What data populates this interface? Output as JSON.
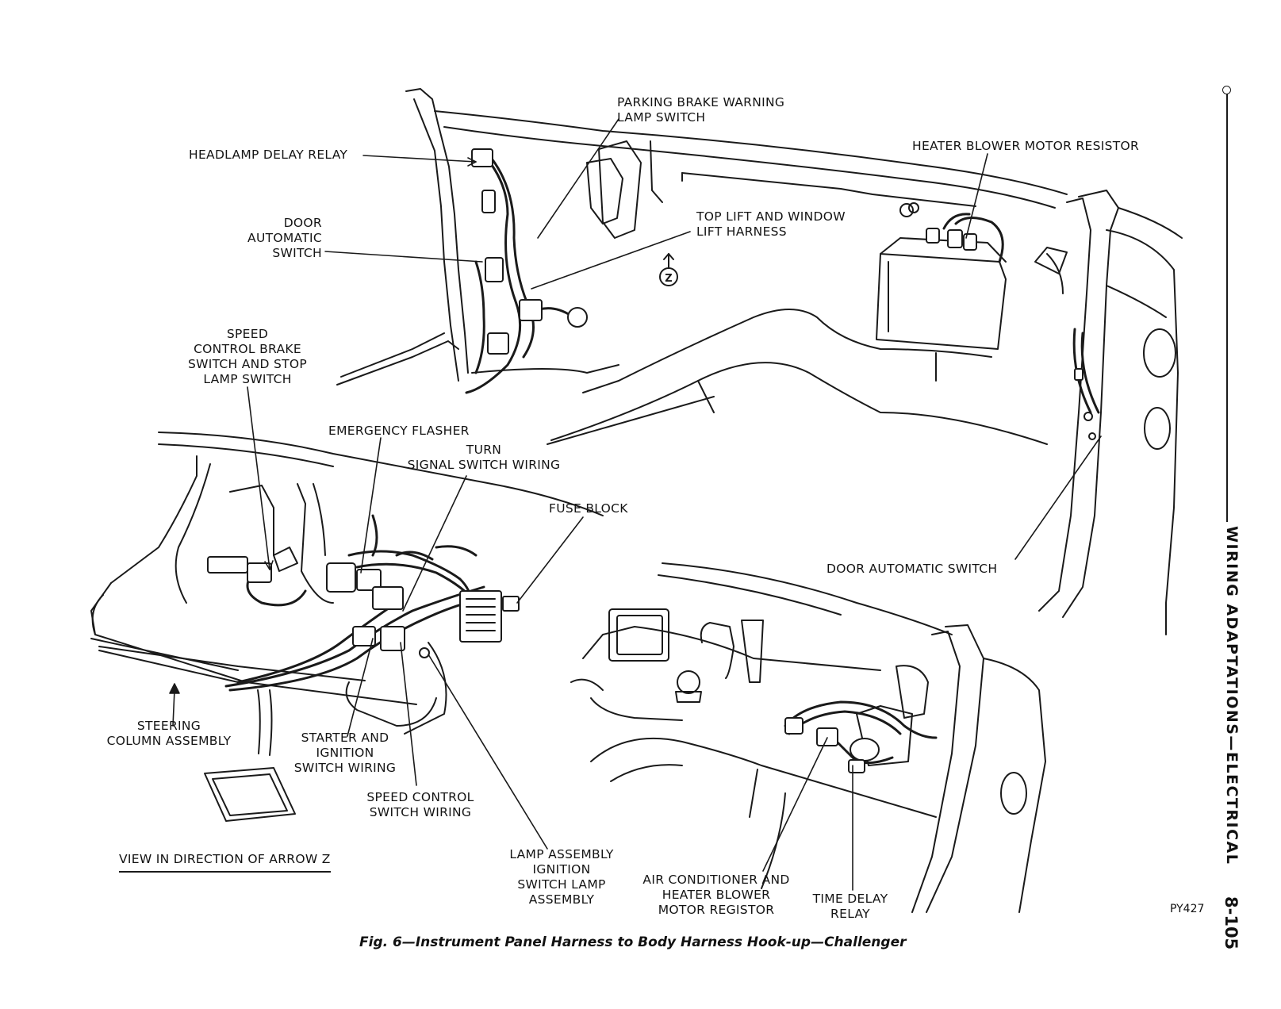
{
  "figure": {
    "caption": "Fig. 6—Instrument Panel Harness to Body Harness Hook-up—Challenger",
    "code": "PY427",
    "view_caption": "VIEW IN DIRECTION OF ARROW Z",
    "arrow_marker": "Z"
  },
  "page": {
    "section_title": "WIRING ADAPTATIONS—ELECTRICAL",
    "number": "8-105"
  },
  "labels": {
    "parking_brake": [
      "PARKING BRAKE WARNING",
      "LAMP SWITCH"
    ],
    "headlamp_delay": [
      "HEADLAMP DELAY RELAY"
    ],
    "heater_resistor": [
      "HEATER BLOWER MOTOR RESISTOR"
    ],
    "door_auto_left": [
      "DOOR",
      "AUTOMATIC",
      "SWITCH"
    ],
    "top_lift": [
      "TOP LIFT AND WINDOW",
      "LIFT HARNESS"
    ],
    "speed_brake": [
      "SPEED",
      "CONTROL BRAKE",
      "SWITCH AND STOP",
      "LAMP SWITCH"
    ],
    "emergency_flasher": [
      "EMERGENCY FLASHER"
    ],
    "turn_signal": [
      "TURN",
      "SIGNAL SWITCH WIRING"
    ],
    "fuse_block": [
      "FUSE BLOCK"
    ],
    "door_auto_right": [
      "DOOR AUTOMATIC SWITCH"
    ],
    "steering_column": [
      "STEERING",
      "COLUMN ASSEMBLY"
    ],
    "starter_ignition": [
      "STARTER AND",
      "IGNITION",
      "SWITCH WIRING"
    ],
    "speed_control_wiring": [
      "SPEED CONTROL",
      "SWITCH WIRING"
    ],
    "lamp_assembly": [
      "LAMP ASSEMBLY",
      "IGNITION",
      "SWITCH LAMP",
      "ASSEMBLY"
    ],
    "ac_blower": [
      "AIR CONDITIONER AND",
      "HEATER BLOWER",
      "MOTOR REGISTOR"
    ],
    "time_delay": [
      "TIME DELAY",
      "RELAY"
    ]
  },
  "colors": {
    "ink": "#141414",
    "paper": "#ffffff"
  }
}
